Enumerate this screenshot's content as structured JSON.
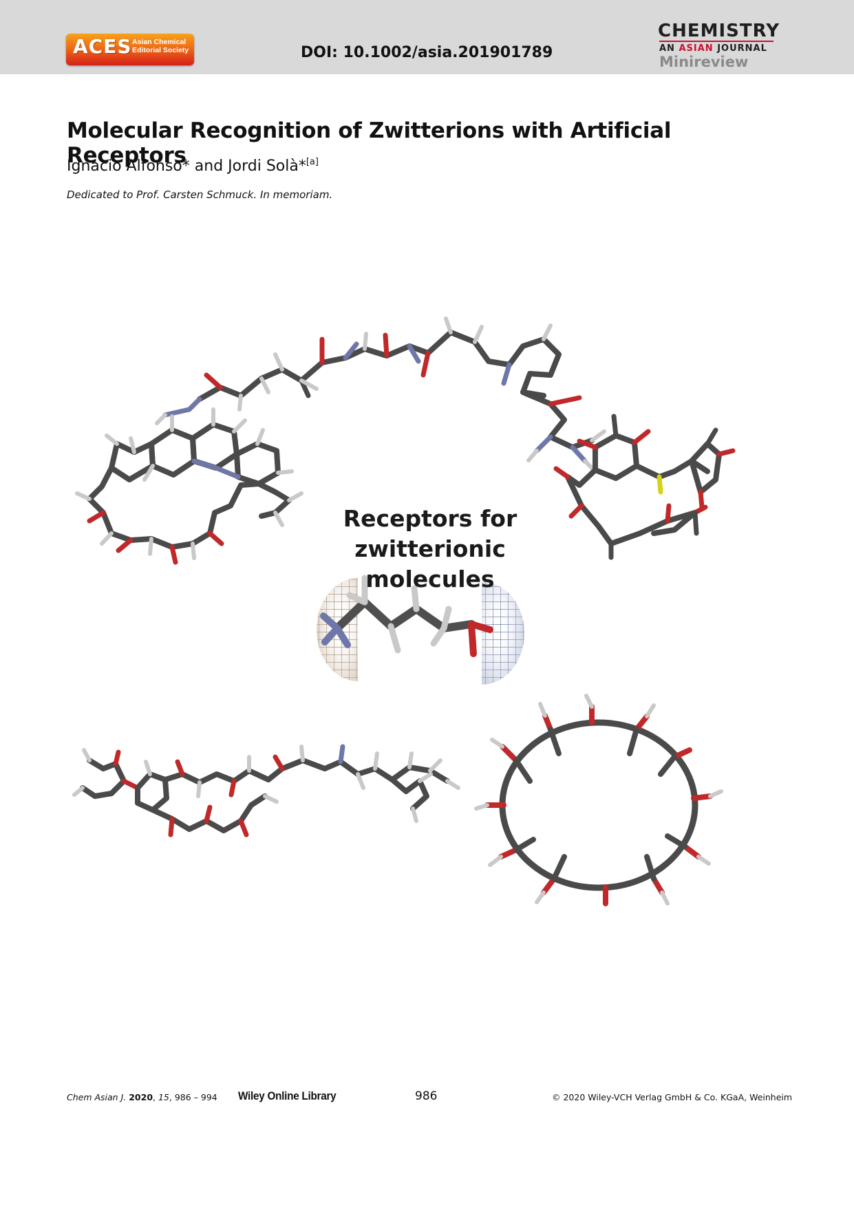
{
  "header": {
    "society_mark": "ACES",
    "society_name": "Asian Chemical Editorial Society",
    "doi": "DOI: 10.1002/asia.201901789",
    "journal_name_line1": "CHEMISTRY",
    "journal_name_line2_a": "AN ",
    "journal_name_line2_b": "ASIAN",
    "journal_name_line2_c": " JOURNAL",
    "article_type": "Minireview"
  },
  "article": {
    "title": "Molecular Recognition of Zwitterions with Artificial Receptors",
    "authors": "Ignacio Alfonso* and Jordi Solà*",
    "authors_affiliation_mark": "[a]",
    "dedication": "Dedicated to Prof. Carsten Schmuck. In memoriam."
  },
  "toc_graphic": {
    "caption_line1": "Receptors for",
    "caption_line2": "zwitterionic",
    "caption_line3": "molecules",
    "colors": {
      "carbon": "#4a4a4a",
      "oxygen": "#c0282a",
      "nitrogen": "#6f76a8",
      "hydrogen": "#c9c9c9",
      "sulfur": "#d8d21a",
      "cation_sphere": "#a0765a",
      "anion_sphere": "#5e6e9c"
    }
  },
  "footer": {
    "journal_abbrev": "Chem Asian J.",
    "year": "2020",
    "volume": "15",
    "pages": "986 – 994",
    "library": "Wiley Online Library",
    "page_number": "986",
    "copyright": "© 2020 Wiley-VCH Verlag GmbH & Co. KGaA, Weinheim"
  }
}
